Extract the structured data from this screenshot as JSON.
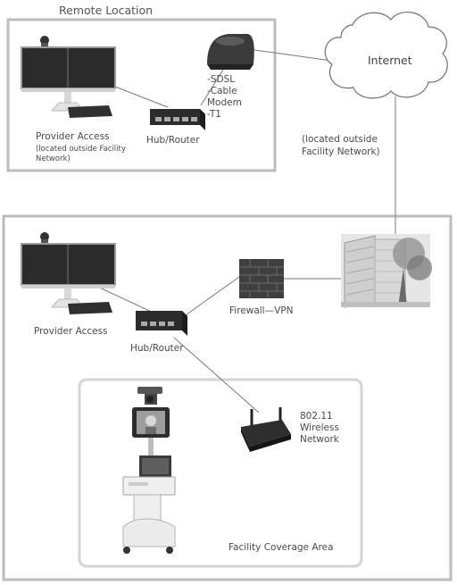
{
  "remote": {
    "title": "Remote Location",
    "provider_label": "Provider Access",
    "provider_note_1": "(located outside Facility",
    "provider_note_2": "Network)",
    "hub_label": "Hub/Router",
    "modem_lines": [
      "-SDSL",
      "-Cable",
      "Modem",
      "-T1"
    ]
  },
  "internet": {
    "label": "Internet",
    "note_1": "(located outside",
    "note_2": "Facility Network)"
  },
  "facility": {
    "provider_label": "Provider Access",
    "hub_label": "Hub/Router",
    "firewall_label": "Firewall—VPN",
    "wireless_lines": [
      "802.11",
      "Wireless",
      "Network"
    ],
    "coverage_label": "Facility Coverage Area"
  }
}
